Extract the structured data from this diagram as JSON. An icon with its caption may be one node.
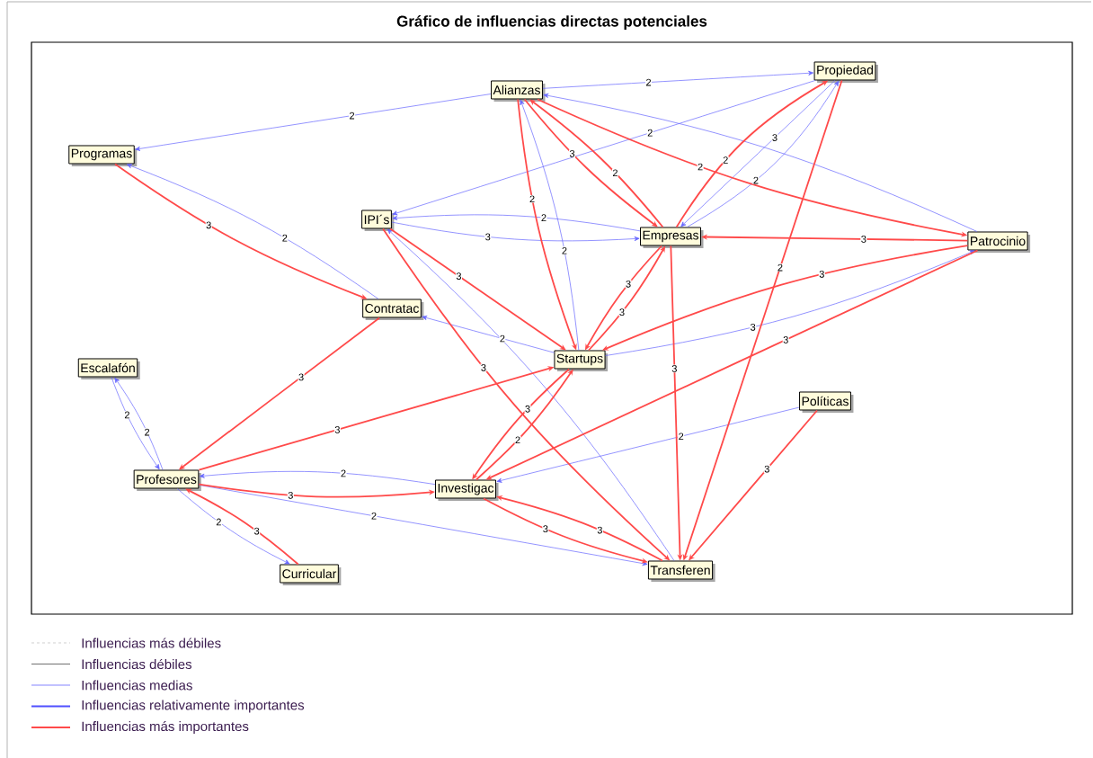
{
  "diagram": {
    "title": "Gráfico de influencias directas potenciales",
    "nodes": [
      {
        "text": [
          "Alianzas"
        ]
      },
      {
        "text": [
          "Propiedad"
        ]
      },
      {
        "text": [
          "Programas"
        ]
      },
      {
        "text": [
          "IPI´s"
        ]
      },
      {
        "text": [
          "Empresas"
        ]
      },
      {
        "text": [
          "Patrocinio"
        ]
      },
      {
        "text": [
          "Contratac"
        ]
      },
      {
        "text": [
          "Startups"
        ]
      },
      {
        "text": [
          "Escalafón"
        ]
      },
      {
        "text": [
          "Políticas"
        ]
      },
      {
        "text": [
          "Profesores"
        ]
      },
      {
        "text": [
          "Investigac"
        ]
      },
      {
        "text": [
          "Transferen"
        ]
      },
      {
        "text": [
          "Curricular"
        ]
      }
    ],
    "edges": [
      {
        "from": 0,
        "to": 2,
        "arrow": "to",
        "label": "2",
        "color": "#6666ff"
      },
      {
        "from": 0,
        "to": 1,
        "arrow": "to",
        "label": "2",
        "color": "#6666ff"
      },
      {
        "from": 1,
        "to": 3,
        "arrow": "to",
        "label": "2",
        "color": "#6666ff"
      },
      {
        "from": 6,
        "to": 2,
        "arrow": "to",
        "label": "2",
        "color": "#6666ff"
      },
      {
        "from": 4,
        "to": 3,
        "arrow": "to",
        "label": "2",
        "color": "#6666ff"
      },
      {
        "from": 3,
        "to": 4,
        "arrow": "to",
        "label": "3",
        "color": "#6666ff"
      },
      {
        "from": 7,
        "to": 0,
        "arrow": "to",
        "label": "2",
        "color": "#6666ff"
      },
      {
        "from": 5,
        "to": 0,
        "arrow": "to",
        "color": "#6666ff"
      },
      {
        "from": 4,
        "to": 1,
        "arrow": "to",
        "label": "2",
        "color": "#6666ff"
      },
      {
        "from": 1,
        "to": 4,
        "arrow": "to",
        "label": "3",
        "color": "#6666ff"
      },
      {
        "from": 7,
        "to": 5,
        "arrow": "to",
        "label": "3",
        "color": "#6666ff"
      },
      {
        "from": 7,
        "to": 6,
        "arrow": "to",
        "label": "2",
        "color": "#6666ff"
      },
      {
        "from": 12,
        "to": 3,
        "arrow": "to",
        "color": "#6666ff"
      },
      {
        "from": 8,
        "to": 10,
        "arrow": "to",
        "label": "2",
        "color": "#6666ff"
      },
      {
        "from": 10,
        "to": 8,
        "arrow": "to",
        "label": "2",
        "color": "#6666ff"
      },
      {
        "from": 11,
        "to": 10,
        "arrow": "to",
        "label": "2",
        "color": "#6666ff"
      },
      {
        "from": 10,
        "to": 12,
        "arrow": "to",
        "label": "2",
        "color": "#6666ff"
      },
      {
        "from": 10,
        "to": 13,
        "arrow": "to",
        "label": "2",
        "color": "#6666ff"
      },
      {
        "from": 9,
        "to": 11,
        "arrow": "to",
        "label": "2",
        "color": "#6666ff"
      },
      {
        "from": 2,
        "to": 6,
        "arrow": "to",
        "label": "3"
      },
      {
        "from": 6,
        "to": 10,
        "arrow": "to",
        "label": "3"
      },
      {
        "from": 10,
        "to": 7,
        "arrow": "to",
        "label": "3"
      },
      {
        "from": 10,
        "to": 11,
        "arrow": "to",
        "label": "3"
      },
      {
        "from": 13,
        "to": 10,
        "arrow": "to",
        "label": "3"
      },
      {
        "from": 0,
        "to": 4,
        "arrow": "to",
        "label": "3"
      },
      {
        "from": 4,
        "to": 0,
        "arrow": "to",
        "label": "2"
      },
      {
        "from": 0,
        "to": 7,
        "arrow": "to",
        "label": "2"
      },
      {
        "from": 0,
        "to": 5,
        "arrow": "to",
        "label": "2"
      },
      {
        "from": 4,
        "to": 1,
        "arrow": "to",
        "label": "2"
      },
      {
        "from": 1,
        "to": 12,
        "arrow": "to",
        "label": "2"
      },
      {
        "from": 5,
        "to": 4,
        "arrow": "to",
        "label": "3"
      },
      {
        "from": 5,
        "to": 7,
        "arrow": "to",
        "label": "3"
      },
      {
        "from": 5,
        "to": 11,
        "arrow": "to",
        "label": "3"
      },
      {
        "from": 3,
        "to": 7,
        "arrow": "to",
        "label": "3"
      },
      {
        "from": 3,
        "to": 12,
        "arrow": "to",
        "label": "3"
      },
      {
        "from": 7,
        "to": 4,
        "arrow": "to",
        "label": "3"
      },
      {
        "from": 4,
        "to": 7,
        "arrow": "to",
        "label": "3"
      },
      {
        "from": 4,
        "to": 12,
        "arrow": "to",
        "label": "3"
      },
      {
        "from": 7,
        "to": 11,
        "arrow": "to",
        "label": "3"
      },
      {
        "from": 11,
        "to": 7,
        "arrow": "to",
        "label": "2"
      },
      {
        "from": 11,
        "to": 12,
        "arrow": "to",
        "label": "3"
      },
      {
        "from": 12,
        "to": 11,
        "arrow": "to",
        "label": "3"
      },
      {
        "from": 9,
        "to": 12,
        "arrow": "to",
        "label": "3"
      }
    ],
    "legend": [
      {
        "text": "Influencias más débiles"
      },
      {
        "text": "Influencias débiles"
      },
      {
        "text": "Influencias medias"
      },
      {
        "text": "Influencias relativamente importantes"
      },
      {
        "text": "Influencias más importantes"
      }
    ]
  }
}
